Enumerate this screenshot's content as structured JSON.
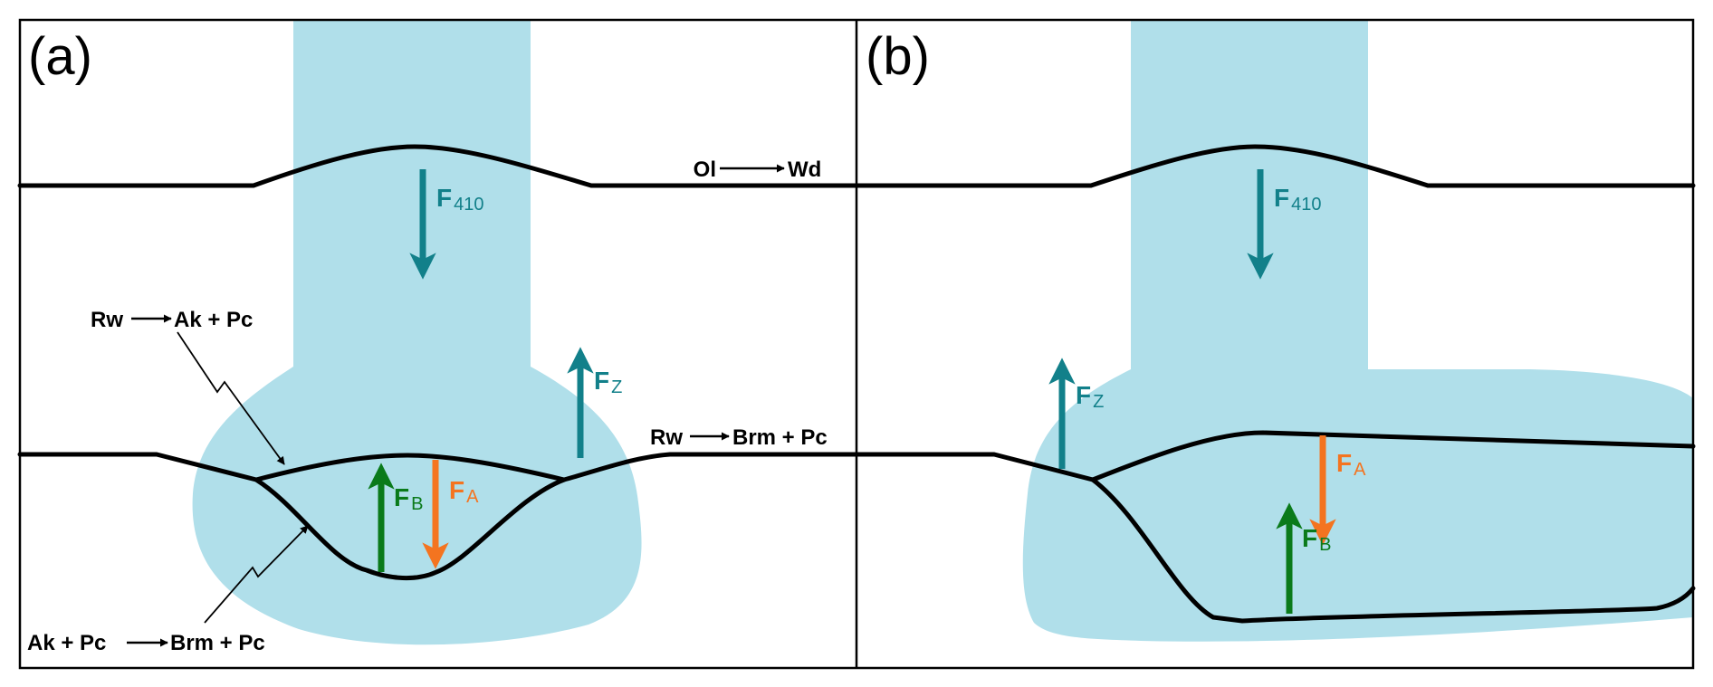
{
  "colors": {
    "plume": "#b0dfea",
    "teal": "#12808a",
    "orange": "#f47420",
    "green": "#0a7a1a",
    "boundary": "#000000"
  },
  "panel_a": {
    "label": "(a)",
    "ol_wd": {
      "from": "Ol",
      "to": "Wd"
    },
    "rw_ak_pc": {
      "from": "Rw",
      "to": "Ak + Pc"
    },
    "rw_brm_pc": {
      "from": "Rw",
      "to": "Brm + Pc"
    },
    "ak_pc_brm_pc": {
      "from": "Ak + Pc",
      "to": "Brm + Pc"
    },
    "forces": {
      "f410": {
        "main": "F",
        "sub": "410"
      },
      "fz": {
        "main": "F",
        "sub": "Z"
      },
      "fb": {
        "main": "F",
        "sub": "B"
      },
      "fa": {
        "main": "F",
        "sub": "A"
      }
    }
  },
  "panel_b": {
    "label": "(b)",
    "forces": {
      "f410": {
        "main": "F",
        "sub": "410"
      },
      "fz": {
        "main": "F",
        "sub": "Z"
      },
      "fb": {
        "main": "F",
        "sub": "B"
      },
      "fa": {
        "main": "F",
        "sub": "A"
      }
    }
  }
}
